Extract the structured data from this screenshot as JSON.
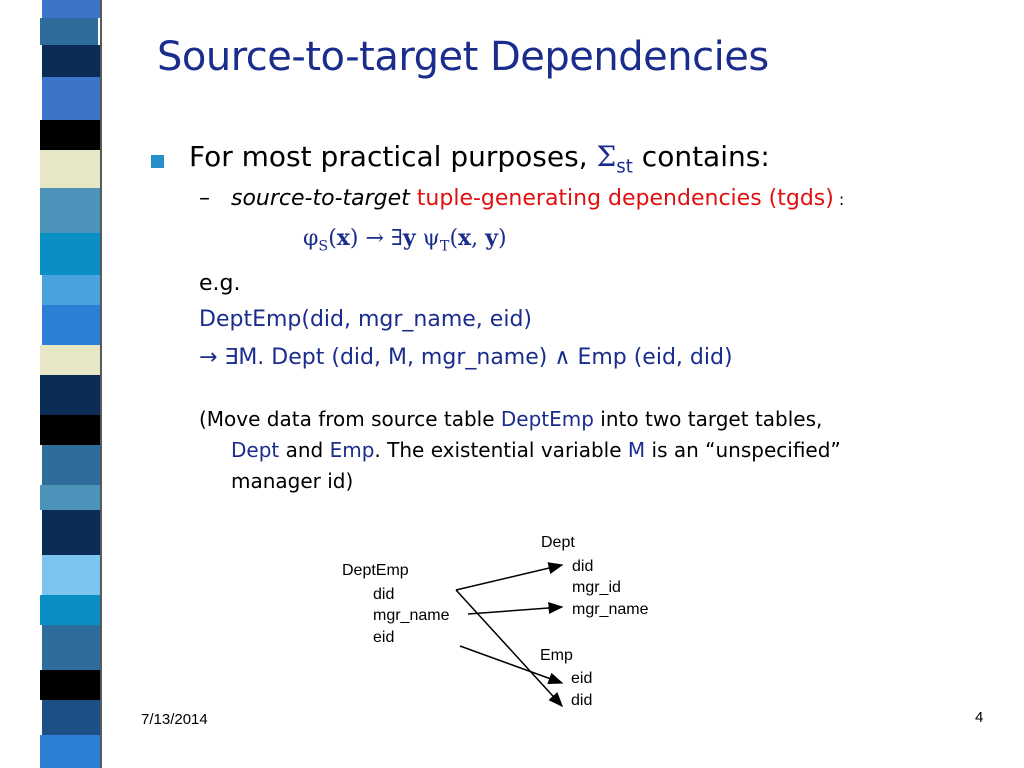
{
  "slide": {
    "title": "Source-to-target Dependencies",
    "bullet": {
      "prefix": "For most practical purposes, ",
      "sigma": "Σ",
      "sigma_sub": "st",
      "suffix": " contains:"
    },
    "sub_bullet": {
      "dash": "–",
      "italic": "source-to-target",
      "red": "tuple-generating dependencies (tgds)",
      "colon": " :"
    },
    "formula": {
      "phi": "φ",
      "phi_sub": "S",
      "open": "(",
      "x": "x",
      "close_arrow": ") → ∃",
      "y": "y",
      "psi": " ψ",
      "psi_sub": "T",
      "open2": "(",
      "x2": "x",
      "comma": ", ",
      "y2": "y",
      "close2": ")"
    },
    "eg": "e.g.",
    "example_line1": "DeptEmp(did, mgr_name, eid)",
    "example_line2_prefix": "→ ∃",
    "example_line2": "M. Dept (did, M, mgr_name) ∧ Emp (eid, did)",
    "note": {
      "p1": "(Move data from source table ",
      "t1": "DeptEmp",
      "p2": " into two target tables,",
      "t2": "Dept",
      "p3": " and ",
      "t3": "Emp",
      "p4": ". The existential variable ",
      "t4": "M",
      "p5": " is an “unspecified”",
      "p6": "manager id)"
    }
  },
  "diagram": {
    "source": {
      "name": "DeptEmp",
      "attrs": [
        "did",
        "mgr_name",
        "eid"
      ]
    },
    "target1": {
      "name": "Dept",
      "attrs": [
        "did",
        "mgr_id",
        "mgr_name"
      ]
    },
    "target2": {
      "name": "Emp",
      "attrs": [
        "eid",
        "did"
      ]
    }
  },
  "footer": {
    "date": "7/13/2014",
    "page": "4"
  },
  "colors": {
    "title": "#1a2d8c",
    "accent_red": "#e01010",
    "bullet": "#2590c9",
    "stripe": [
      "#2e6d9b",
      "#0b2d55",
      "#1b4f85",
      "#3b74c9",
      "#000000",
      "#e8e7c5",
      "#4c93ba",
      "#0a8fc4",
      "#4aa2dd",
      "#2d7fd6",
      "#7bc4ef"
    ]
  }
}
